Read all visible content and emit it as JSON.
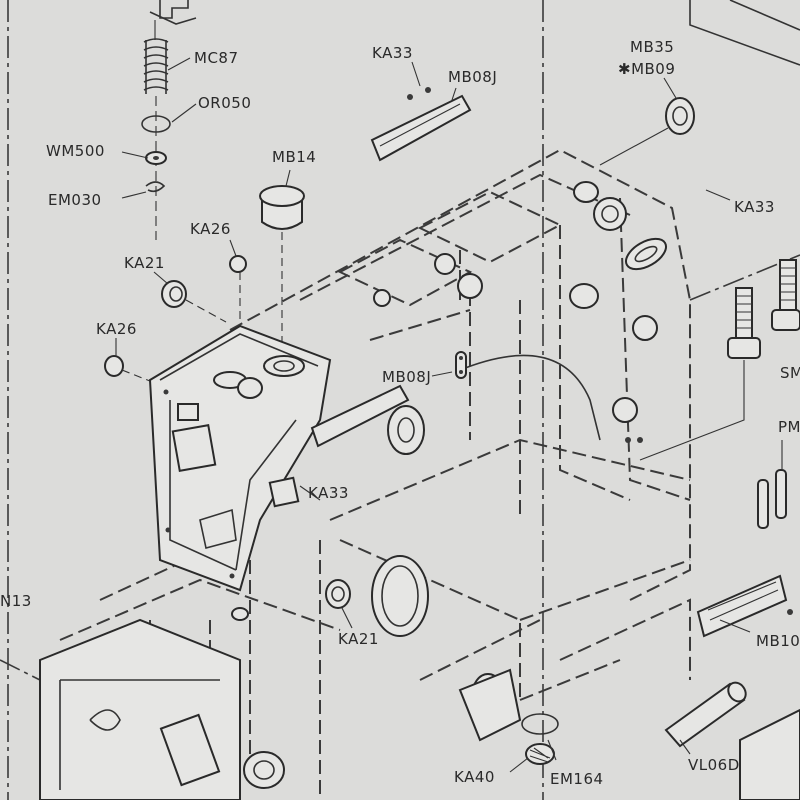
{
  "labels": {
    "mc87": "MC87",
    "or050": "OR050",
    "wm500": "WM500",
    "em030": "EM030",
    "ka33_top": "KA33",
    "mb08j_top": "MB08J",
    "mb35": "MB35",
    "mb09": "✱MB09",
    "mb14": "MB14",
    "ka26_top": "KA26",
    "ka21_left": "KA21",
    "ka26_left": "KA26",
    "ka33_right": "KA33",
    "mb08j_mid": "MB08J",
    "ka33_mid": "KA33",
    "sm": "SM",
    "pm": "PM",
    "n13": "N13",
    "ka21_bottom": "KA21",
    "mb10": "MB10",
    "vl06d": "VL06D",
    "ka40": "KA40",
    "em164": "EM164"
  }
}
